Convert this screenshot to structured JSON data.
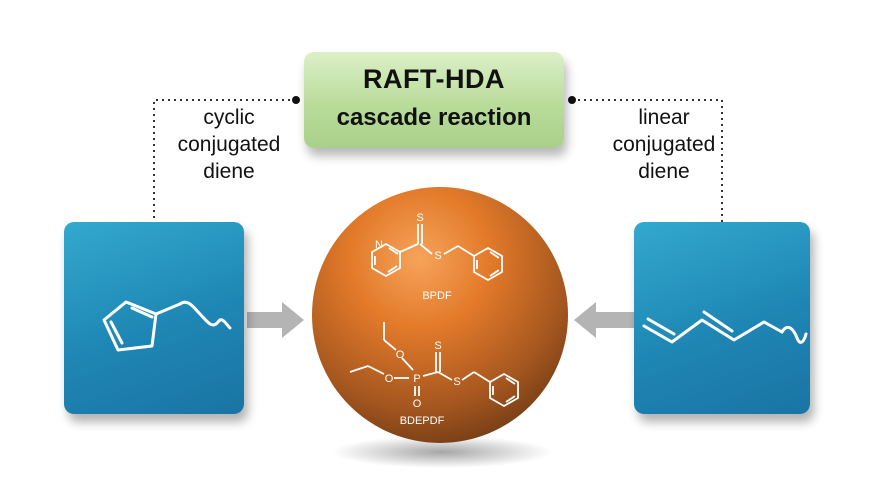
{
  "title": {
    "line1": "RAFT-HDA",
    "line2": "cascade reaction"
  },
  "left_label": {
    "lines": [
      "cyclic",
      "conjugated",
      "diene"
    ]
  },
  "right_label": {
    "lines": [
      "linear",
      "conjugated",
      "diene"
    ]
  },
  "molecules": {
    "top_name": "BPDF",
    "bottom_name": "BDEPDF",
    "atoms": {
      "sulfur": "S",
      "nitrogen": "N",
      "oxygen": "O",
      "phosphorus": "P"
    }
  },
  "colors": {
    "panel_blue": "#1e86b4",
    "title_green": "#b9dc9a",
    "sphere_orange": "#e37a2a",
    "sphere_brown": "#8a4a22",
    "arrow_grey": "#b4b4b4"
  },
  "icons": [
    "cyclopentadiene-structure",
    "linear-diene-structure",
    "right-arrow",
    "left-arrow"
  ]
}
